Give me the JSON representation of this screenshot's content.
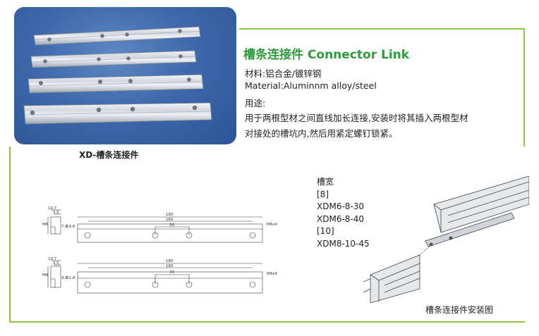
{
  "photo_caption": "XD-槽条连接件",
  "title": "槽条连接件  Connector Link",
  "spec": {
    "material_cn": "材料:铝合金/镀锌钢",
    "material_en": "Material:Aluminnm alloy/steel",
    "usage_label": "用途:",
    "usage_line1": "用于两根型材之间直线加长连接,安装时将其插入两根型材",
    "usage_line2": "对接处的槽坑内,然后用紧定螺钉锁紧。"
  },
  "models": [
    "槽宽",
    "[8]",
    "XDM6-8-30",
    "XDM6-8-40",
    "[10]",
    "XDM8-10-45"
  ],
  "install_caption": "槽条连接件安装图",
  "drawing1": {
    "total": "180",
    "inner": "160",
    "gap": "30",
    "hole": "M6x4",
    "w1": "10.7",
    "w2": "3.5",
    "h1": "7.8",
    "h2": "19.8",
    "left_tag": "M6"
  },
  "drawing2": {
    "total": "180",
    "inner": "160",
    "gap": "30",
    "hole": "M8x4",
    "w1": "10.7",
    "w2": "3.5",
    "h1": "9.8",
    "h2": "21.8",
    "left_tag": "M8"
  },
  "colors": {
    "frame": "#8cc63f",
    "title": "#2e9a3c",
    "photo_bg": "#3f69ad"
  }
}
